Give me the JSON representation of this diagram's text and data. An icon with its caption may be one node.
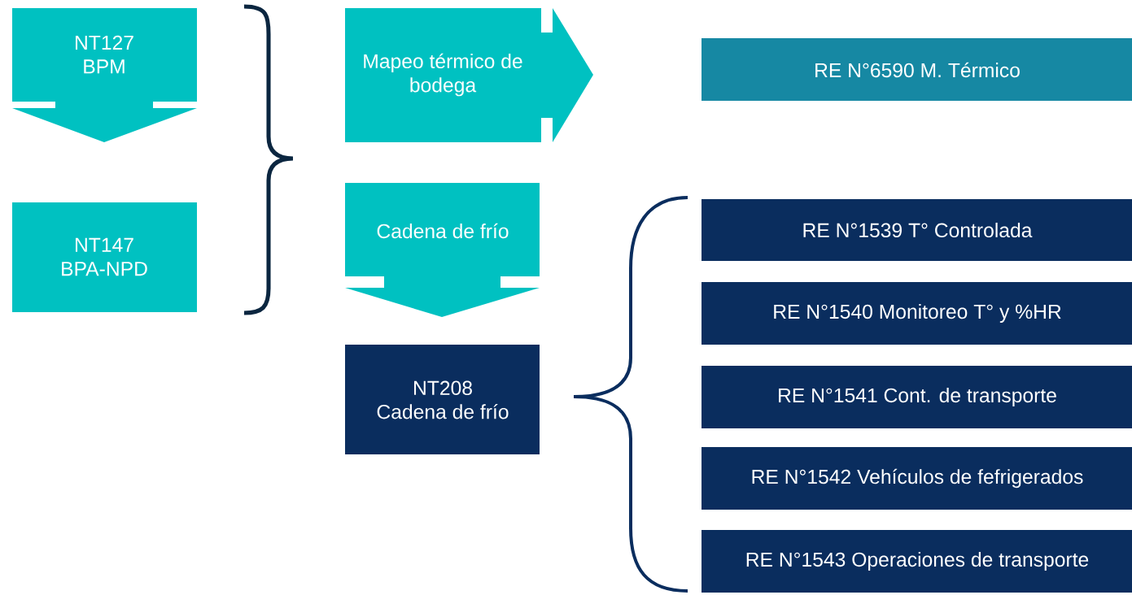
{
  "diagram": {
    "nodes": [
      {
        "text": [
          "NT127 BPM"
        ]
      },
      {
        "text": [
          "NT147 BPA-NPD"
        ]
      },
      {
        "text": [
          "Mapeo térmico de bodega"
        ]
      },
      {
        "text": [
          "RE N°6590 M. Térmico"
        ]
      },
      {
        "text": [
          "Cadena de frío"
        ]
      },
      {
        "text": [
          "NT208 Cadena de frío"
        ]
      },
      {
        "text": [
          "RE N°1539 T° Controlada"
        ]
      },
      {
        "text": [
          "RE N°1540 Monitoreo T° y %HR"
        ]
      },
      {
        "text": [
          "RE N°1541 Cont. de transporte"
        ]
      },
      {
        "text": [
          "RE N°1542 Vehículos de fefrigerados"
        ]
      },
      {
        "text": [
          "RE N°1543 Operaciones de transporte"
        ]
      }
    ]
  }
}
